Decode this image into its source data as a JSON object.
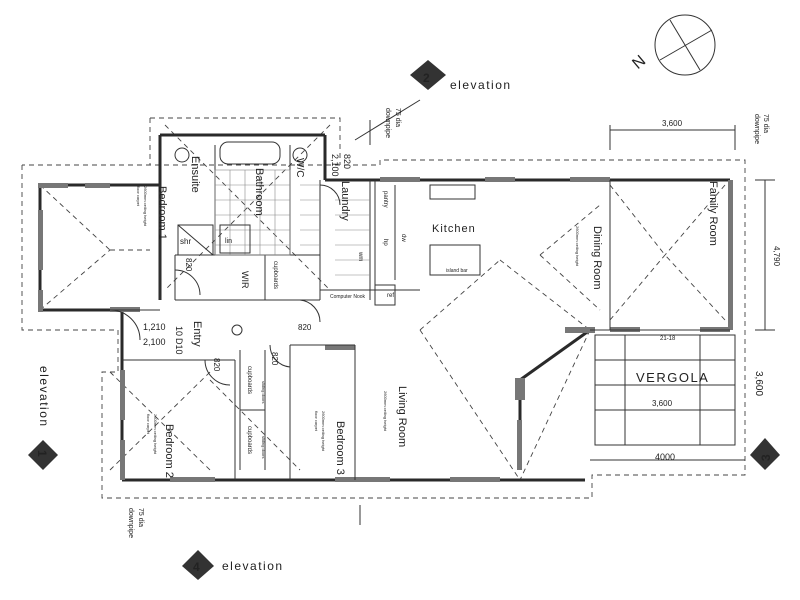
{
  "rooms": {
    "bedroom1": "Bedroom 1",
    "ensuite": "Ensuite",
    "bathroom": "Bathroom",
    "wc": "W/C",
    "laundry": "Laundry",
    "kitchen": "Kitchen",
    "dining": "Dining Room",
    "family": "Family Room",
    "entry": "Entry",
    "bedroom2": "Bedroom 2",
    "bedroom3": "Bedroom 3",
    "living": "Living Room",
    "wir": "WIR",
    "computer_nook": "Computer Nook",
    "vergola": "VERGOLA"
  },
  "fixtures": {
    "shr": "shr",
    "lin": "lin",
    "cupboards_1": "cupboards",
    "cupboards_2": "cupboards",
    "cupboards_3": "cupboards",
    "pantry": "pantry",
    "dw": "dw",
    "hp": "hp",
    "ref": "ref",
    "island_bar": "island bar",
    "wm": "wm",
    "sliding_doors_1": "sliding doors",
    "sliding_doors_2": "sliding doors"
  },
  "elevations": [
    {
      "num": "1",
      "label": "elevation"
    },
    {
      "num": "2",
      "label": "elevation"
    },
    {
      "num": "3",
      "label": ""
    },
    {
      "num": "4",
      "label": "elevation"
    }
  ],
  "north": "N",
  "downpipe": [
    "75 dia",
    "downpipe"
  ],
  "dims": {
    "d3600_top": "3,600",
    "d4790": "4,790",
    "d3600_verg": "3,600",
    "d3600_hand": "3,600",
    "d4000": "4000",
    "d1210": "1,210",
    "d2100": "2,100",
    "d820_bath": "820",
    "d2100_bath": "2,100",
    "d820_a": "820",
    "d820_b": "820",
    "d820_c": "820",
    "d820_d": "820",
    "d2118": "21-18",
    "d10": "10",
    "d10_label": "D10"
  },
  "notes": {
    "ceiling": "2600mm ceiling height",
    "carpet": "floor carpet"
  }
}
